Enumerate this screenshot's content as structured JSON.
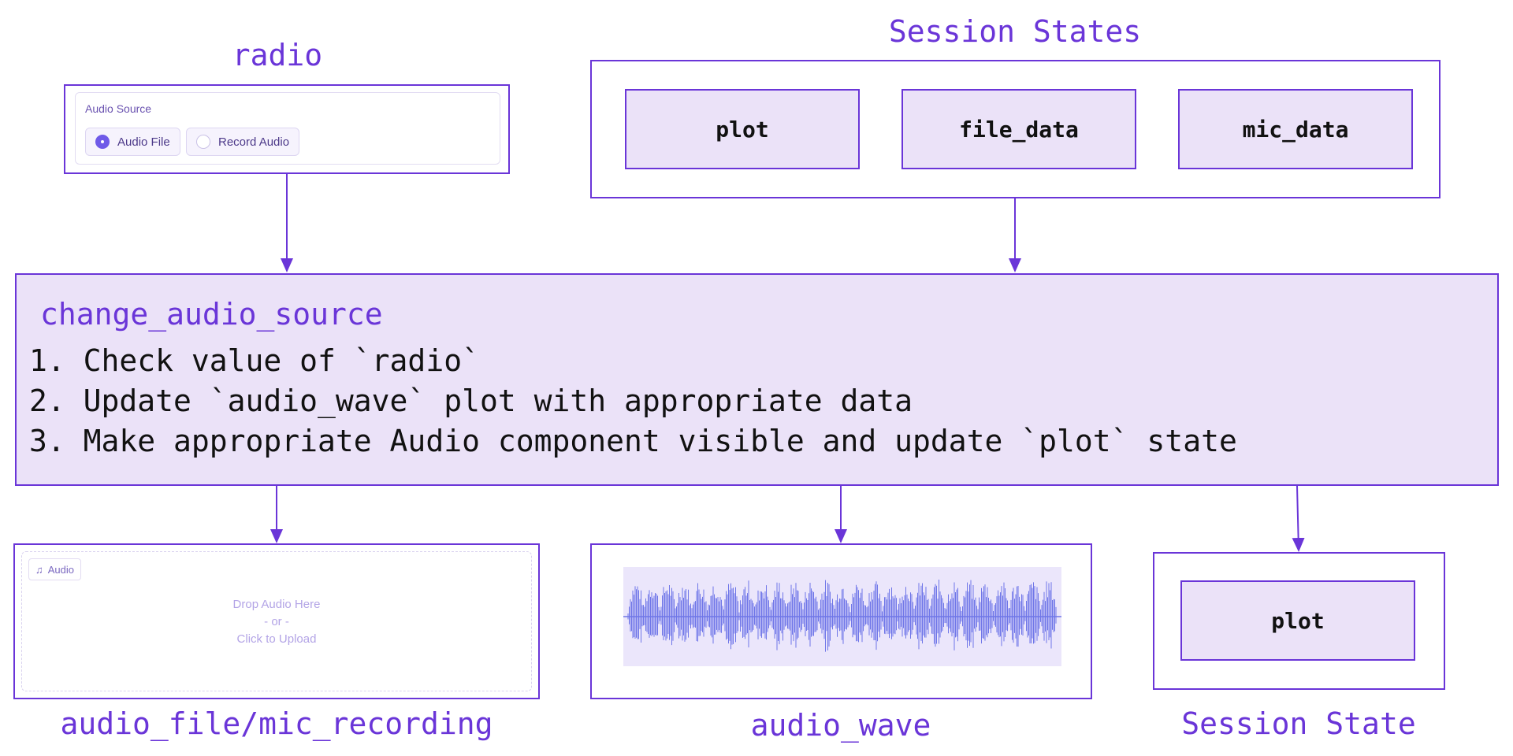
{
  "titles": {
    "radio": "radio",
    "session_states": "Session States",
    "audio_file": "audio_file/mic_recording",
    "audio_wave": "audio_wave",
    "session_state": "Session State"
  },
  "radio_widget": {
    "label": "Audio Source",
    "options": [
      {
        "label": "Audio File",
        "selected": true
      },
      {
        "label": "Record Audio",
        "selected": false
      }
    ]
  },
  "session_states": [
    "plot",
    "file_data",
    "mic_data"
  ],
  "function": {
    "name": "change_audio_source",
    "steps": [
      "1. Check value of `radio`",
      "2. Update `audio_wave` plot with appropriate data",
      "3. Make appropriate Audio component visible and update `plot` state"
    ]
  },
  "audio_component": {
    "tag": "Audio",
    "drop_text": "Drop Audio Here",
    "or_text": "- or -",
    "click_text": "Click to Upload"
  },
  "session_state_output": "plot",
  "colors": {
    "accent": "#6a35d8",
    "box_fill": "#ebe2f8",
    "wave": "#6f76e8"
  },
  "icons": {
    "radio_selected": "radio-selected-icon",
    "radio_unselected": "radio-unselected-icon",
    "audio_tag": "music-note-icon"
  }
}
